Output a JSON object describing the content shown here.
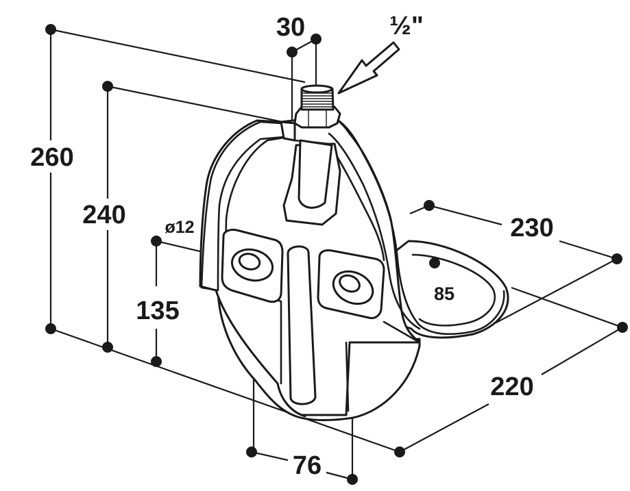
{
  "dimensions": {
    "d260": "260",
    "d240": "240",
    "d135": "135",
    "d30": "30",
    "thread": "½\"",
    "d230": "230",
    "d220": "220",
    "d85": "85",
    "d76": "76",
    "hole": "ø12"
  },
  "colors": {
    "ink": "#1a1a1a",
    "background": "#ffffff"
  }
}
